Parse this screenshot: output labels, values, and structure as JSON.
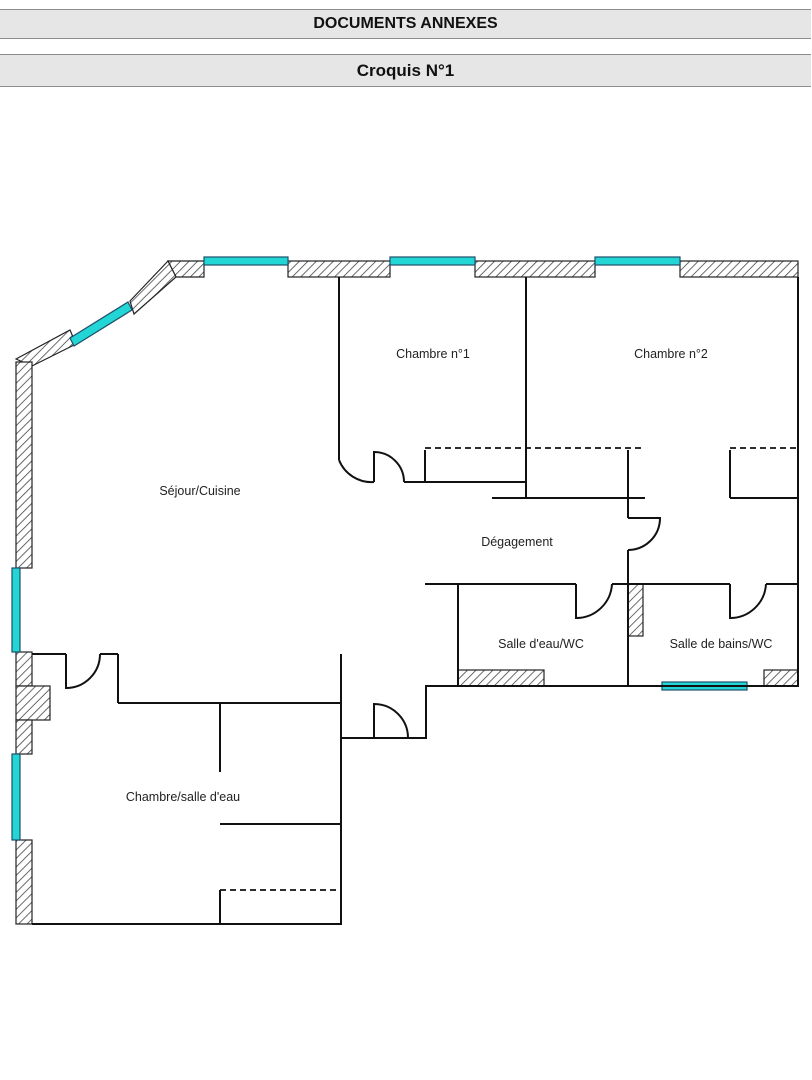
{
  "header": {
    "section_title": "DOCUMENTS ANNEXES",
    "sketch_title": "Croquis N°1"
  },
  "plan": {
    "rooms": {
      "sejour": "Séjour/Cuisine",
      "chambre1": "Chambre n°1",
      "chambre2": "Chambre n°2",
      "degagement": "Dégagement",
      "salle_eau": "Salle d'eau/WC",
      "salle_bains": "Salle de bains/WC",
      "chambre_salle_eau": "Chambre/salle d'eau"
    },
    "colors": {
      "window": "#22d6d6",
      "wall_hatch": "#444444"
    }
  }
}
